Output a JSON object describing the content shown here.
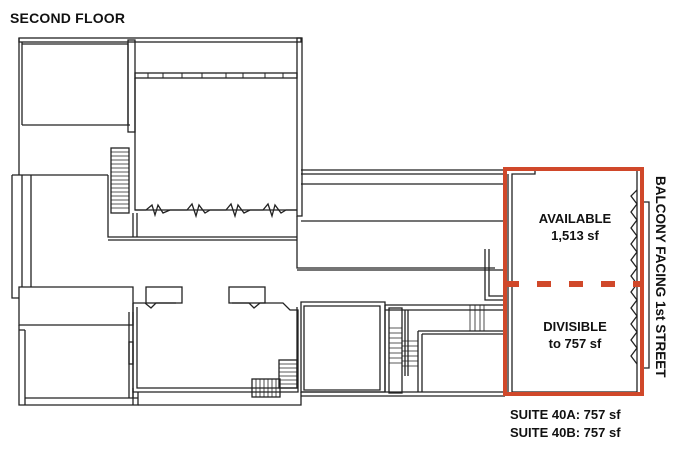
{
  "title": "SECOND FLOOR",
  "available_space": {
    "status": "AVAILABLE",
    "area": "1,513 sf",
    "divisible_label": "DIVISIBLE",
    "divisible_area": "to 757 sf",
    "highlight_color": "#d0482a"
  },
  "side_label": "BALCONY FACING 1st STREET",
  "suites": [
    {
      "label": "SUITE 40A: 757 sf"
    },
    {
      "label": "SUITE 40B: 757 sf"
    }
  ],
  "colors": {
    "wall": "#222222",
    "highlight": "#d0482a",
    "background": "#ffffff"
  }
}
